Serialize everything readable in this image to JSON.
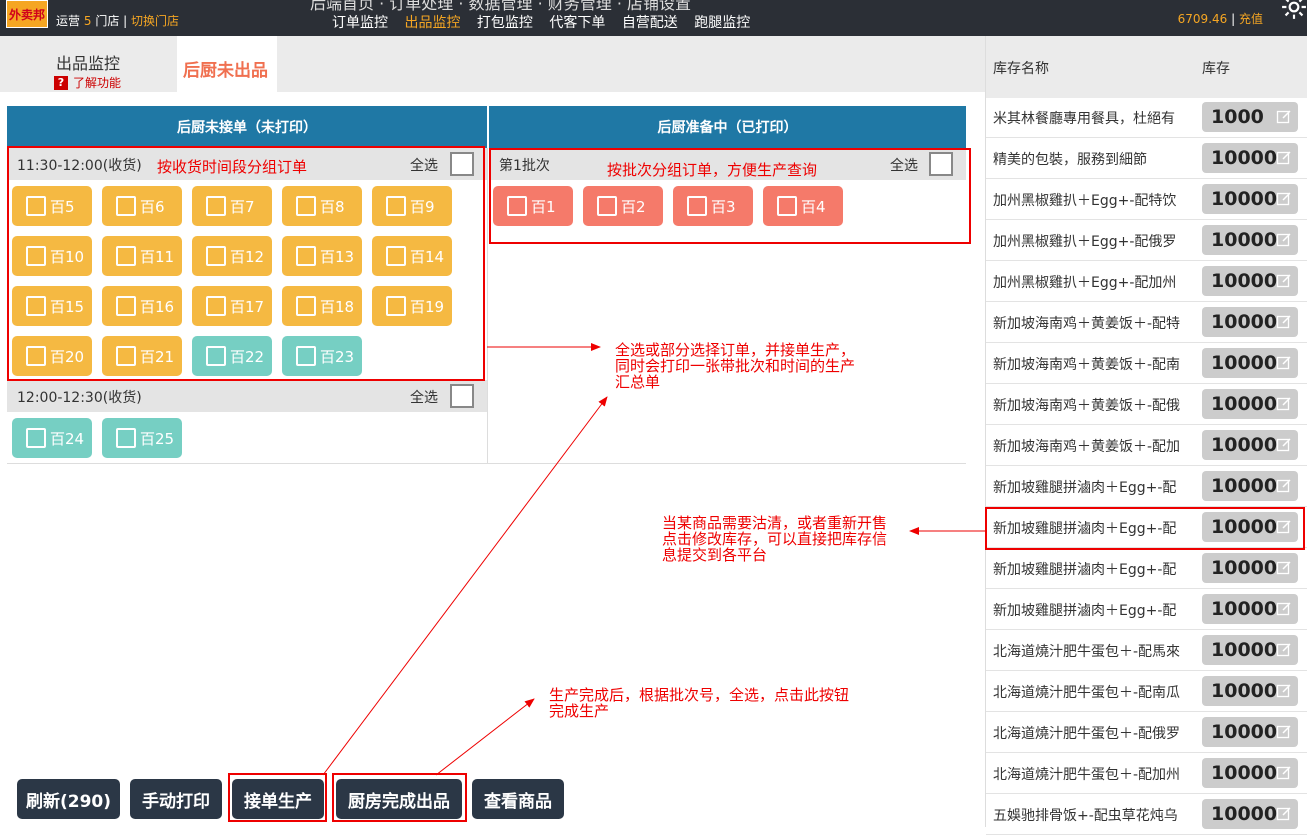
{
  "topbar": {
    "logo": "外卖邦",
    "store_prefix": "运营",
    "store_count": "5",
    "store_suffix": "门店 |",
    "switch_label": "切换门店",
    "nav_partial": "后端首页 · 订单处理 · 数据管理 · 财务管理 · 店铺设置",
    "subnav": [
      "订单监控",
      "出品监控",
      "打包监控",
      "代客下单",
      "自营配送",
      "跑腿监控"
    ],
    "subnav_active": 1,
    "balance": "6709.46",
    "recharge": "充值"
  },
  "tabs": {
    "tab1_title": "出品监控",
    "tab1_help": "了解功能",
    "tab2_title": "后厨未出品"
  },
  "left": {
    "header": "后厨未接单（未打印）",
    "groups": [
      {
        "label": "11:30-12:00(收货)",
        "select_all": "全选",
        "orders": [
          {
            "label": "百5",
            "color": "yellow"
          },
          {
            "label": "百6",
            "color": "yellow"
          },
          {
            "label": "百7",
            "color": "yellow"
          },
          {
            "label": "百8",
            "color": "yellow"
          },
          {
            "label": "百9",
            "color": "yellow"
          },
          {
            "label": "百10",
            "color": "yellow"
          },
          {
            "label": "百11",
            "color": "yellow"
          },
          {
            "label": "百12",
            "color": "yellow"
          },
          {
            "label": "百13",
            "color": "yellow"
          },
          {
            "label": "百14",
            "color": "yellow"
          },
          {
            "label": "百15",
            "color": "yellow"
          },
          {
            "label": "百16",
            "color": "yellow"
          },
          {
            "label": "百17",
            "color": "yellow"
          },
          {
            "label": "百18",
            "color": "yellow"
          },
          {
            "label": "百19",
            "color": "yellow"
          },
          {
            "label": "百20",
            "color": "yellow"
          },
          {
            "label": "百21",
            "color": "yellow"
          },
          {
            "label": "百22",
            "color": "teal"
          },
          {
            "label": "百23",
            "color": "teal"
          }
        ]
      },
      {
        "label": "12:00-12:30(收货)",
        "select_all": "全选",
        "orders": [
          {
            "label": "百24",
            "color": "teal"
          },
          {
            "label": "百25",
            "color": "teal"
          }
        ]
      }
    ]
  },
  "right": {
    "header": "后厨准备中（已打印）",
    "batch_label": "第1批次",
    "select_all": "全选",
    "orders": [
      {
        "label": "百1"
      },
      {
        "label": "百2"
      },
      {
        "label": "百3"
      },
      {
        "label": "百4"
      }
    ]
  },
  "annotations": {
    "group_by_time": "按收货时间段分组订单",
    "group_by_batch": "按批次分组订单，方便生产查询",
    "select_accept_1": "全选或部分选择订单，并接单生产，",
    "select_accept_2": "同时会打印一张带批次和时间的生产",
    "select_accept_3": "汇总单",
    "stock_1": "当某商品需要沽清，或者重新开售",
    "stock_2": "点击修改库存，可以直接把库存信",
    "stock_3": "息提交到各平台",
    "finish_1": "生产完成后，根据批次号，全选，点击此按钮",
    "finish_2": "完成生产"
  },
  "actions": {
    "refresh": "刷新(290)",
    "manual_print": "手动打印",
    "accept": "接单生产",
    "kitchen_done": "厨房完成出品",
    "view_goods": "查看商品"
  },
  "inventory": {
    "col_name": "库存名称",
    "col_stock": "库存",
    "rows": [
      {
        "name": "米其林餐廳專用餐具，杜絕有",
        "stock": "1000"
      },
      {
        "name": "精美的包裝，服務到細節",
        "stock": "10000"
      },
      {
        "name": "加州黑椒雞扒＋Egg+-配特饮",
        "stock": "10000"
      },
      {
        "name": "加州黑椒雞扒＋Egg+-配俄罗",
        "stock": "10000"
      },
      {
        "name": "加州黑椒雞扒＋Egg+-配加州",
        "stock": "10000"
      },
      {
        "name": "新加坡海南鸡＋黄姜饭＋-配特",
        "stock": "10000"
      },
      {
        "name": "新加坡海南鸡＋黄姜饭＋-配南",
        "stock": "10000"
      },
      {
        "name": "新加坡海南鸡＋黄姜饭＋-配俄",
        "stock": "10000"
      },
      {
        "name": "新加坡海南鸡＋黄姜饭＋-配加",
        "stock": "10000"
      },
      {
        "name": "新加坡雞腿拼滷肉＋Egg+-配",
        "stock": "10000"
      },
      {
        "name": "新加坡雞腿拼滷肉＋Egg+-配",
        "stock": "10000"
      },
      {
        "name": "新加坡雞腿拼滷肉＋Egg+-配",
        "stock": "10000"
      },
      {
        "name": "新加坡雞腿拼滷肉＋Egg+-配",
        "stock": "10000"
      },
      {
        "name": "北海道燒汁肥牛蛋包＋-配馬來",
        "stock": "10000"
      },
      {
        "name": "北海道燒汁肥牛蛋包＋-配南瓜",
        "stock": "10000"
      },
      {
        "name": "北海道燒汁肥牛蛋包＋-配俄罗",
        "stock": "10000"
      },
      {
        "name": "北海道燒汁肥牛蛋包＋-配加州",
        "stock": "10000"
      },
      {
        "name": "五娛驰排骨饭+-配虫草花炖乌",
        "stock": "10000"
      }
    ]
  },
  "colors": {
    "yellow": "#f5b942",
    "teal": "#76cfc3",
    "salmon": "#f57a6a",
    "header_blue": "#1f78a5",
    "action_dark": "#2b3746",
    "annotation_red": "#e00000"
  },
  "icons": {
    "help": "question-icon",
    "settings": "gear-icon",
    "edit": "edit-icon",
    "checkbox": "checkbox-icon"
  }
}
